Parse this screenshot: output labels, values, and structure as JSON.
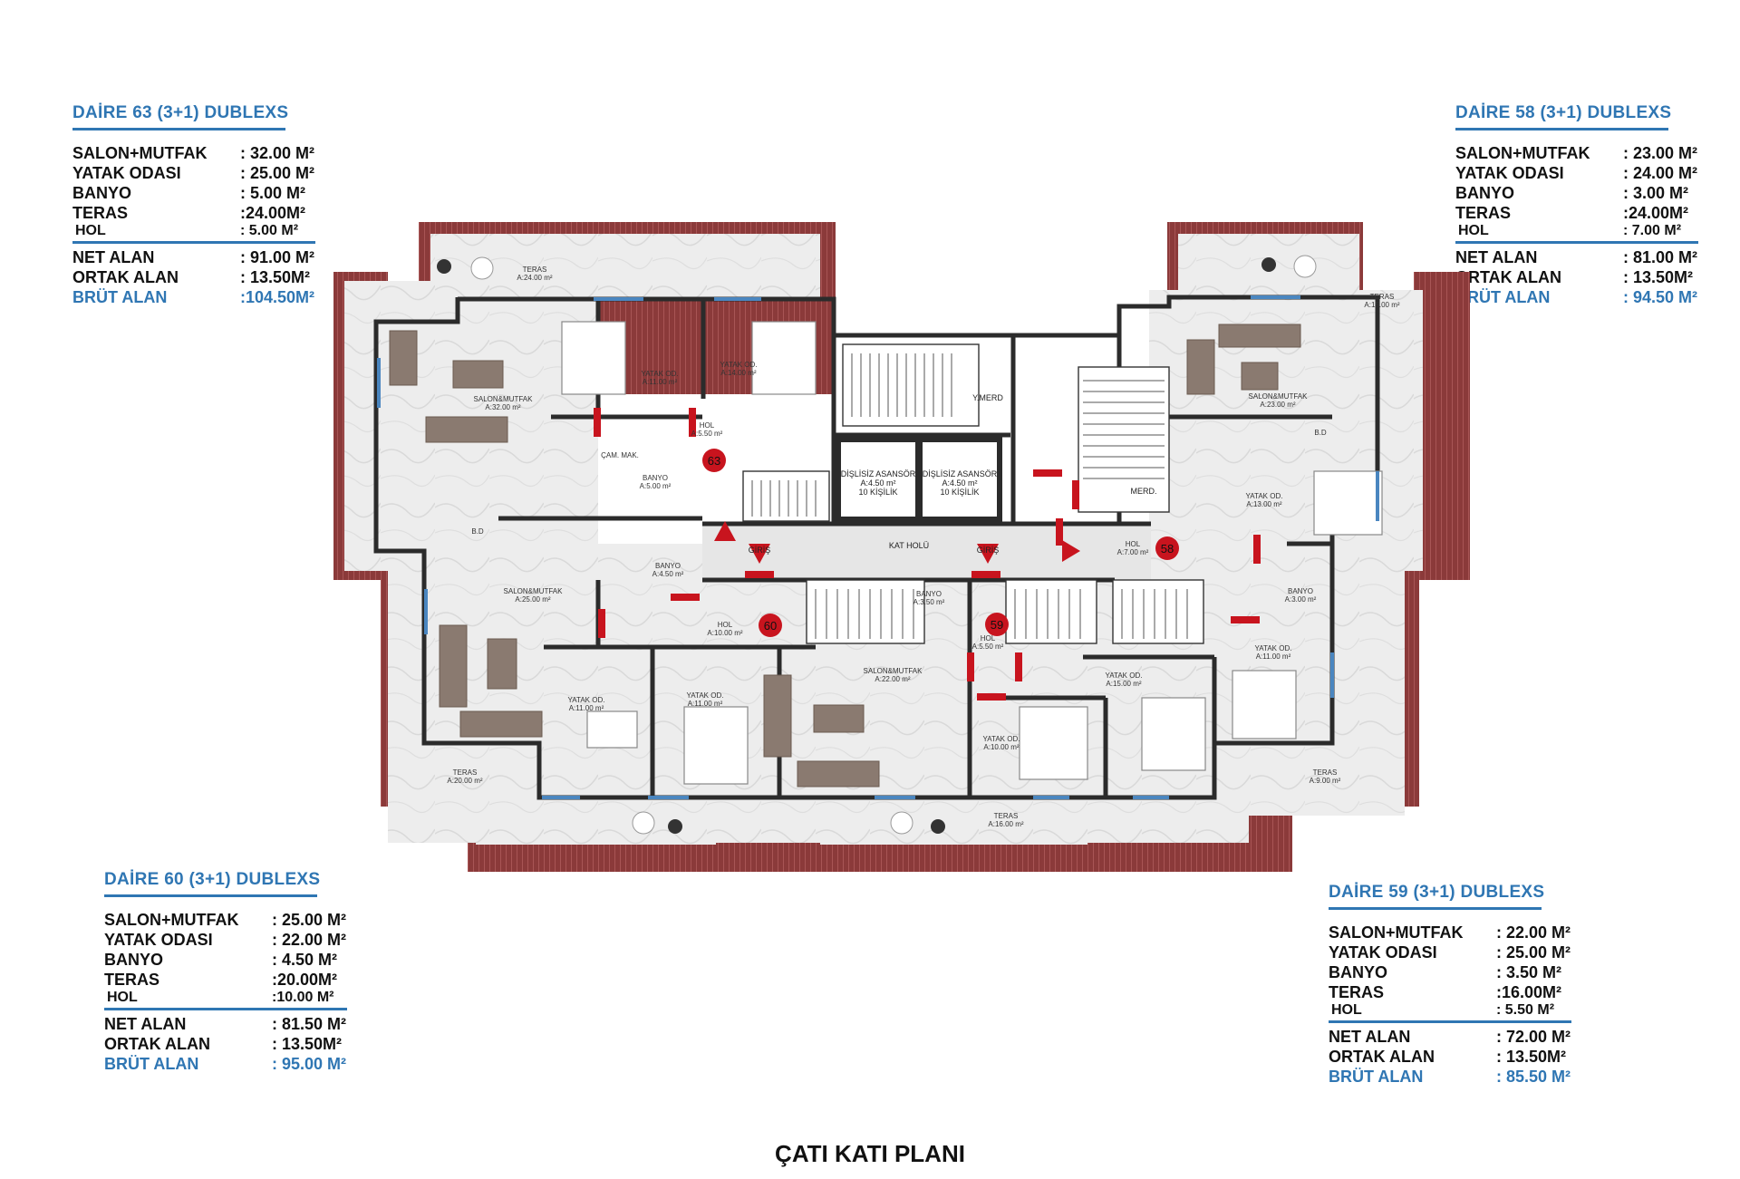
{
  "units": [
    {
      "id": "63",
      "title": "DAİRE 63  (3+1) DUBLEXS",
      "rows": [
        {
          "label": "SALON+MUTFAK",
          "value": ":  32.00 M²"
        },
        {
          "label": "YATAK ODASI",
          "value": ":  25.00 M²"
        },
        {
          "label": "BANYO",
          "value": ":  5.00 M²"
        },
        {
          "label": "TERAS",
          "value": ":24.00M²"
        },
        {
          "label": "HOL",
          "value": ":  5.00 M²"
        }
      ],
      "totals": [
        {
          "label": "NET ALAN",
          "value": ":  91.00 M²"
        },
        {
          "label": "ORTAK ALAN",
          "value": ":  13.50M²"
        }
      ],
      "gross": {
        "label": "BRÜT ALAN",
        "value": ":104.50M²"
      }
    },
    {
      "id": "58",
      "title": "DAİRE 58  (3+1) DUBLEXS",
      "rows": [
        {
          "label": "SALON+MUTFAK",
          "value": ":  23.00 M²"
        },
        {
          "label": "YATAK ODASI",
          "value": ":  24.00 M²"
        },
        {
          "label": "BANYO",
          "value": ":  3.00 M²"
        },
        {
          "label": "TERAS",
          "value": ":24.00M²"
        },
        {
          "label": "HOL",
          "value": ":  7.00 M²"
        }
      ],
      "totals": [
        {
          "label": "NET ALAN",
          "value": ":  81.00 M²"
        },
        {
          "label": "ORTAK ALAN",
          "value": ":  13.50M²"
        }
      ],
      "gross": {
        "label": "BRÜT ALAN",
        "value": ":  94.50 M²"
      }
    },
    {
      "id": "60",
      "title": "DAİRE 60  (3+1) DUBLEXS",
      "rows": [
        {
          "label": "SALON+MUTFAK",
          "value": ":  25.00 M²"
        },
        {
          "label": "YATAK ODASI",
          "value": ":  22.00 M²"
        },
        {
          "label": "BANYO",
          "value": ":  4.50 M²"
        },
        {
          "label": "TERAS",
          "value": ":20.00M²"
        },
        {
          "label": "HOL",
          "value": ":10.00 M²"
        }
      ],
      "totals": [
        {
          "label": "NET ALAN",
          "value": ":  81.50 M²"
        },
        {
          "label": "ORTAK ALAN",
          "value": ":  13.50M²"
        }
      ],
      "gross": {
        "label": "BRÜT ALAN",
        "value": ":  95.00 M²"
      }
    },
    {
      "id": "59",
      "title": "DAİRE 59  (3+1) DUBLEXS",
      "rows": [
        {
          "label": "SALON+MUTFAK",
          "value": ":  22.00 M²"
        },
        {
          "label": "YATAK ODASI",
          "value": ":  25.00 M²"
        },
        {
          "label": "BANYO",
          "value": ":  3.50 M²"
        },
        {
          "label": "TERAS",
          "value": ":16.00M²"
        },
        {
          "label": "HOL",
          "value": ":  5.50 M²"
        }
      ],
      "totals": [
        {
          "label": "NET ALAN",
          "value": ":  72.00 M²"
        },
        {
          "label": "ORTAK ALAN",
          "value": ":  13.50M²"
        }
      ],
      "gross": {
        "label": "BRÜT ALAN",
        "value": ":  85.50 M²"
      }
    }
  ],
  "plan": {
    "title": "ÇATI KATI PLANI",
    "core": {
      "elevator_1": "DİŞLİSİZ ASANSÖR",
      "elevator_2": "DİŞLİSİZ ASANSÖR",
      "elevator_area": "A:4.50 m²",
      "elevator_capacity": "10 KİŞİLİK",
      "corridor": "KAT HOLÜ",
      "entrance": "GİRİŞ",
      "stair_mech": "Y.MERD",
      "stair": "MERD."
    },
    "room_labels": {
      "teras_63": "TERAS",
      "teras_63_area": "A:24.00 m²",
      "salon_63": "SALON&MUTFAK",
      "salon_63_area": "A:32.00 m²",
      "yatak_63a": "YATAK OD.",
      "yatak_63a_area": "A:11.00 m²",
      "yatak_63b": "YATAK OD.",
      "yatak_63b_area": "A:14.00 m²",
      "hol_63": "HOL",
      "hol_63_area": "A:5.50 m²",
      "banyo_63": "BANYO",
      "banyo_63_area": "A:5.00 m²",
      "cam_mak": "ÇAM. MAK.",
      "teras_58": "TERAS",
      "teras_58_area": "A:15.00 m²",
      "salon_58": "SALON&MUTFAK",
      "salon_58_area": "A:23.00 m²",
      "yatak_58": "YATAK OD.",
      "yatak_58_area": "A:13.00 m²",
      "hol_58": "HOL",
      "hol_58_area": "A:7.00 m²",
      "banyo_58": "BANYO",
      "banyo_58_area": "A:3.00 m²",
      "salon_60": "SALON&MUTFAK",
      "salon_60_area": "A:25.00 m²",
      "banyo_60": "BANYO",
      "banyo_60_area": "A:4.50 m²",
      "hol_60": "HOL",
      "hol_60_area": "A:10.00 m²",
      "yatak_60a": "YATAK OD.",
      "yatak_60a_area": "A:11.00 m²",
      "yatak_60b": "YATAK OD.",
      "yatak_60b_area": "A:11.00 m²",
      "teras_60": "TERAS",
      "teras_60_area": "A:20.00 m²",
      "salon_59": "SALON&MUTFAK",
      "salon_59_area": "A:22.00 m²",
      "banyo_59": "BANYO",
      "banyo_59_area": "A:3.50 m²",
      "hol_59": "HOL",
      "hol_59_area": "A:5.50 m²",
      "yatak_59a": "YATAK OD.",
      "yatak_59a_area": "A:10.00 m²",
      "yatak_59b": "YATAK OD.",
      "yatak_59b_area": "A:15.00 m²",
      "yatak_59c": "YATAK OD.",
      "yatak_59c_area": "A:11.00 m²",
      "teras_59": "TERAS",
      "teras_59_area": "A:16.00 m²",
      "teras_59b": "TERAS",
      "teras_59b_area": "A:9.00 m²",
      "bd": "B.D"
    },
    "unit_markers": [
      "63",
      "58",
      "60",
      "59"
    ],
    "colors": {
      "roof": "#8b3a3a",
      "wall": "#2b2b2b",
      "floor": "#ececec",
      "door": "#c8141e",
      "accent": "#2f76b3"
    }
  }
}
